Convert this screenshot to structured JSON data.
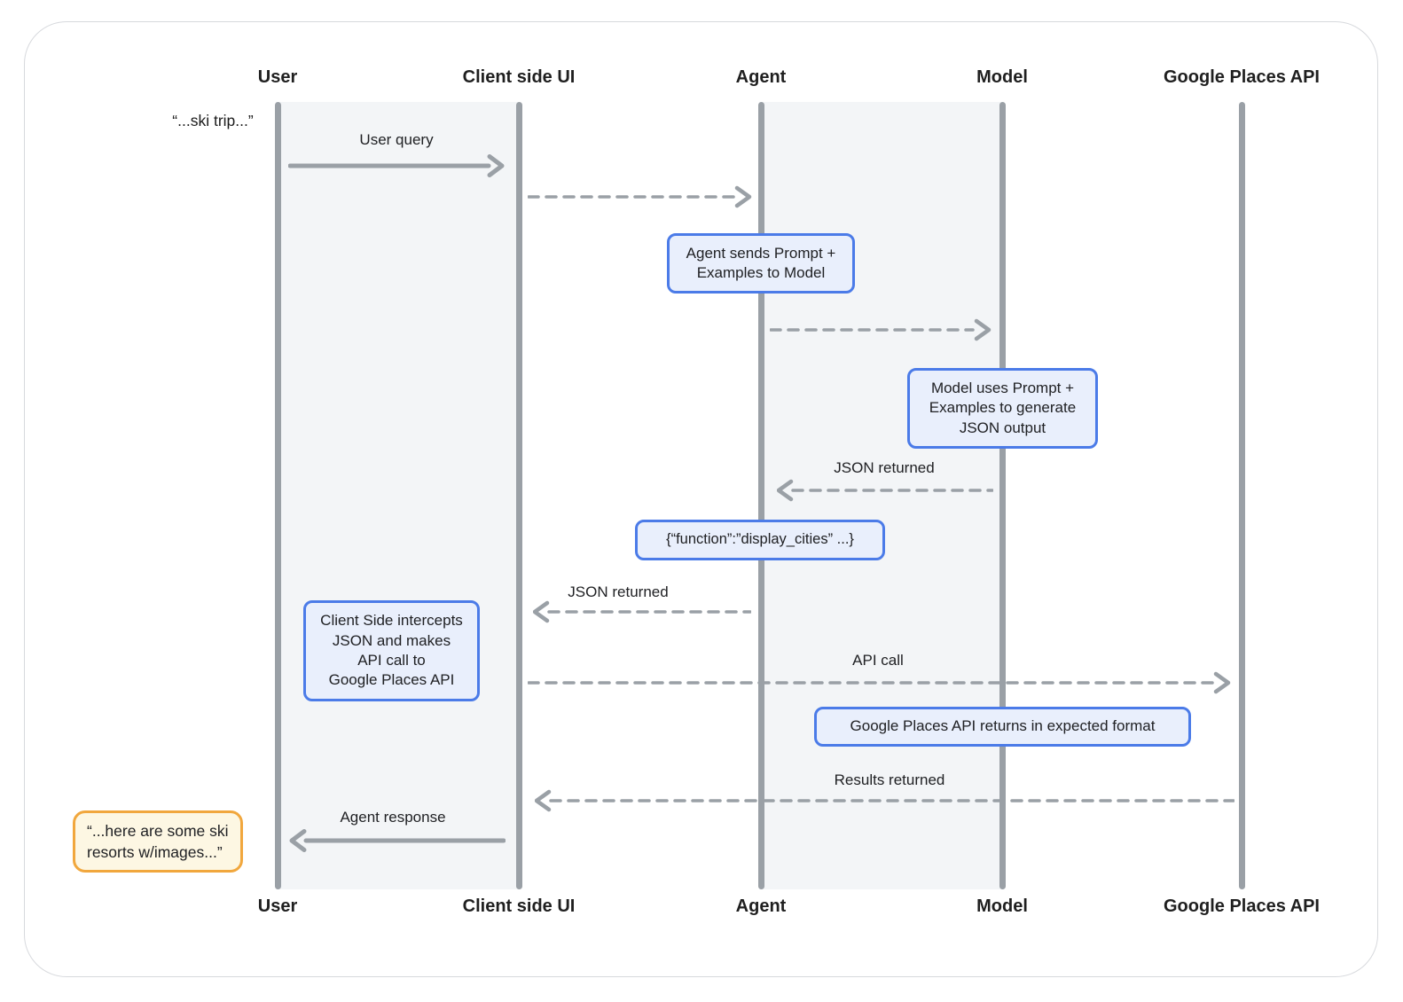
{
  "actors": [
    {
      "name": "User"
    },
    {
      "name": "Client side UI"
    },
    {
      "name": "Agent"
    },
    {
      "name": "Model"
    },
    {
      "name": "Google Places API"
    }
  ],
  "annotations": {
    "user_quote": "“...ski trip...”",
    "response_quote": "“...here are some ski\nresorts w/images...”"
  },
  "message_labels": {
    "user_query": "User query",
    "json_returned_to_agent": "JSON returned",
    "json_returned_to_client": "JSON returned",
    "api_call": "API call",
    "results_returned": "Results returned",
    "agent_response": "Agent response"
  },
  "notes": {
    "agent_sends_prompt": "Agent sends Prompt +\nExamples to Model",
    "model_generates_json": "Model uses Prompt +\nExamples to generate\nJSON output",
    "function_call_json": "{“function”:”display_cities” ...}",
    "client_intercepts": "Client Side intercepts\nJSON and makes\nAPI call to\nGoogle Places API",
    "gpa_returns": "Google Places API returns in expected format"
  },
  "colors": {
    "lifeline_gray": "#9aa0a6",
    "band_fill": "#f3f5f7",
    "note_blue_fill": "#e9effc",
    "note_blue_border": "#4b7be8",
    "quote_amber_fill": "#fdf7e3",
    "quote_amber_border": "#f1a73d",
    "text": "#202124"
  }
}
